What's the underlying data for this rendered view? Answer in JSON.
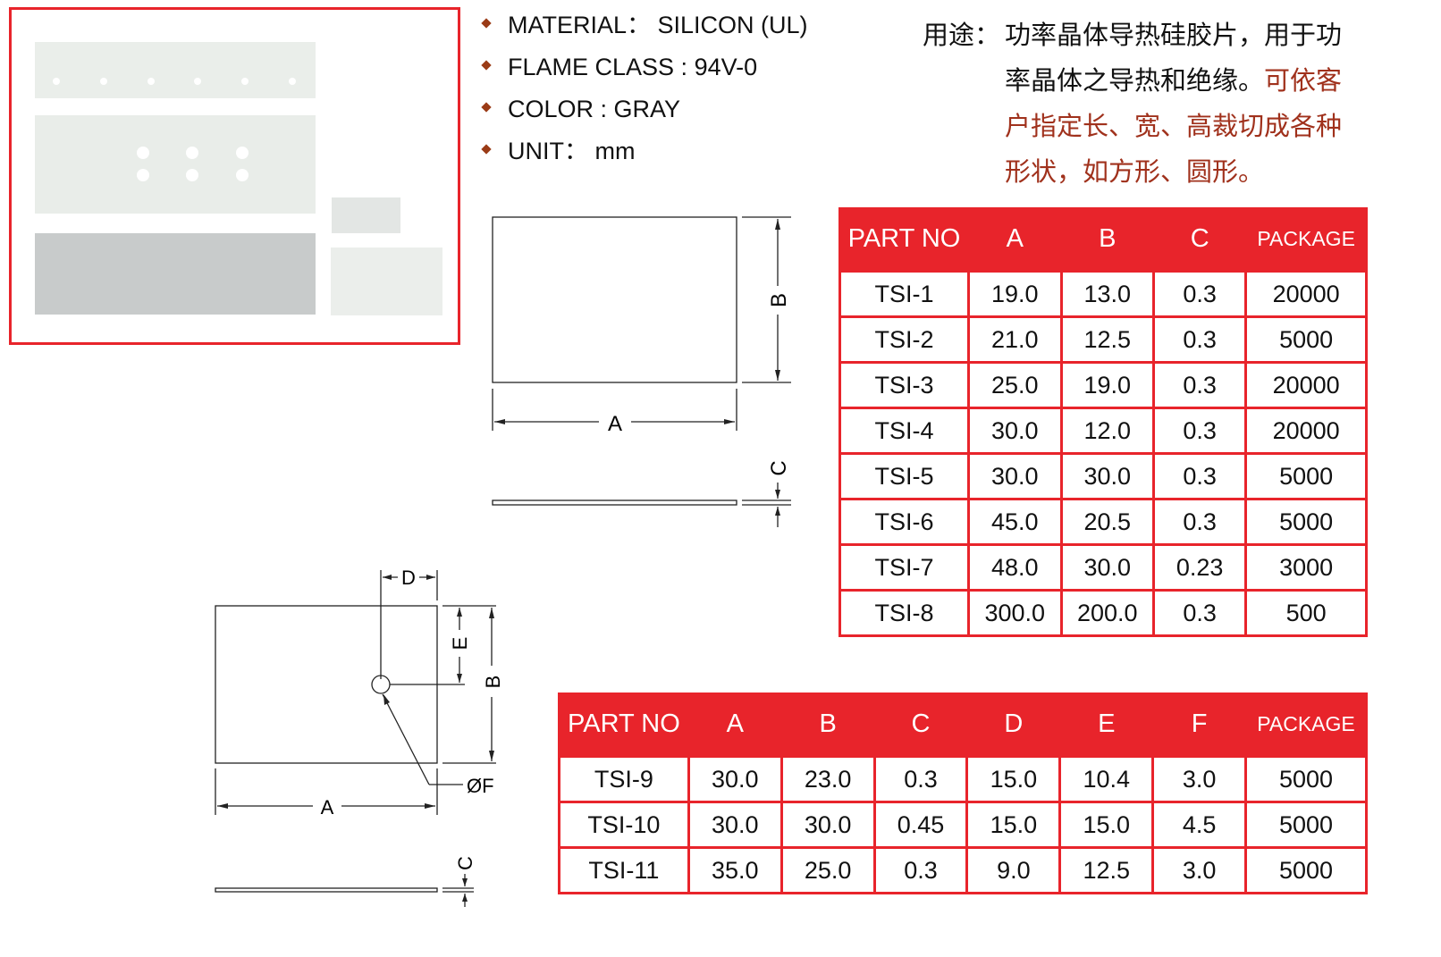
{
  "specs": [
    {
      "label": "MATERIAL：  SILICON (UL)"
    },
    {
      "label": "FLAME CLASS : 94V-0"
    },
    {
      "label": "COLOR : GRAY"
    },
    {
      "label": "UNIT： mm"
    }
  ],
  "usage": {
    "label": "用途：",
    "text_black": "功率晶体导热硅胶片，用于功率晶体之导热和绝缘。",
    "text_red": "可依客户指定长、宽、高裁切成各种形状，如方形、圆形。"
  },
  "drawing1": {
    "label_a": "A",
    "label_b": "B",
    "label_c": "C"
  },
  "drawing2": {
    "label_a": "A",
    "label_b": "B",
    "label_c": "C",
    "label_d": "D",
    "label_e": "E",
    "label_f": "ØF"
  },
  "table1": {
    "headers": [
      "PART NO",
      "A",
      "B",
      "C",
      "PACKAGE"
    ],
    "rows": [
      [
        "TSI-1",
        "19.0",
        "13.0",
        "0.3",
        "20000"
      ],
      [
        "TSI-2",
        "21.0",
        "12.5",
        "0.3",
        "5000"
      ],
      [
        "TSI-3",
        "25.0",
        "19.0",
        "0.3",
        "20000"
      ],
      [
        "TSI-4",
        "30.0",
        "12.0",
        "0.3",
        "20000"
      ],
      [
        "TSI-5",
        "30.0",
        "30.0",
        "0.3",
        "5000"
      ],
      [
        "TSI-6",
        "45.0",
        "20.5",
        "0.3",
        "5000"
      ],
      [
        "TSI-7",
        "48.0",
        "30.0",
        "0.23",
        "3000"
      ],
      [
        "TSI-8",
        "300.0",
        "200.0",
        "0.3",
        "500"
      ]
    ]
  },
  "table2": {
    "headers": [
      "PART NO",
      "A",
      "B",
      "C",
      "D",
      "E",
      "F",
      "PACKAGE"
    ],
    "rows": [
      [
        "TSI-9",
        "30.0",
        "23.0",
        "0.3",
        "15.0",
        "10.4",
        "3.0",
        "5000"
      ],
      [
        "TSI-10",
        "30.0",
        "30.0",
        "0.45",
        "15.0",
        "15.0",
        "4.5",
        "5000"
      ],
      [
        "TSI-11",
        "35.0",
        "25.0",
        "0.3",
        "9.0",
        "12.5",
        "3.0",
        "5000"
      ]
    ]
  },
  "colors": {
    "accent_red": "#e8242b",
    "bullet_brown": "#9a3b16",
    "text_red": "#a0311c"
  }
}
